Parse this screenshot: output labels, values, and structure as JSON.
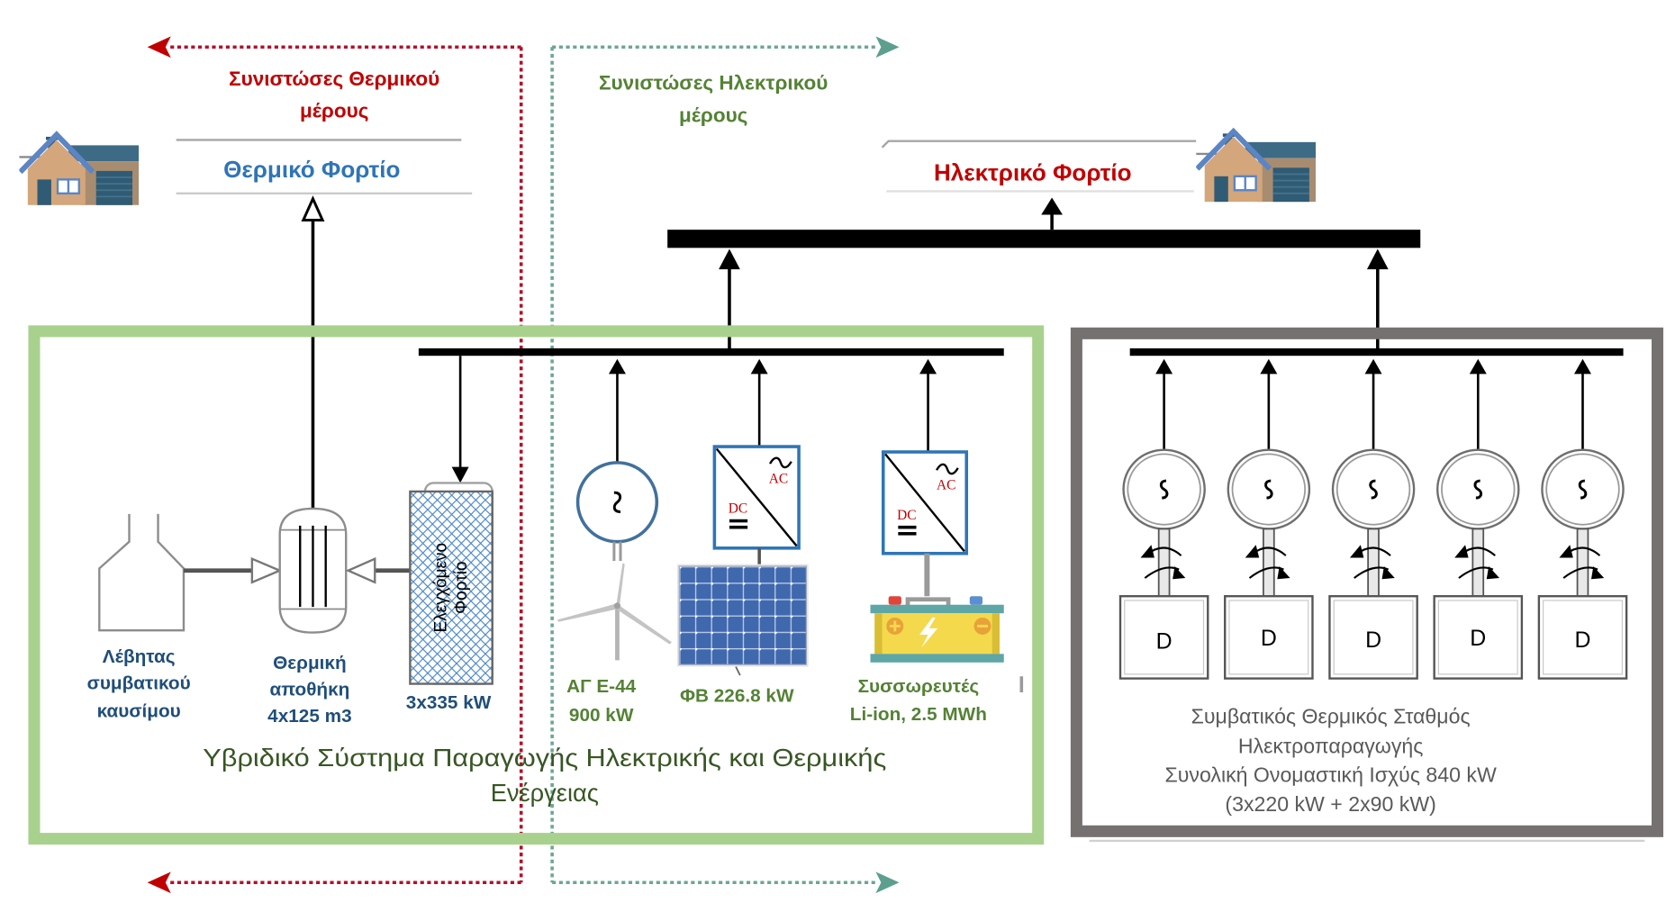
{
  "colors": {
    "thermal_red": "#c00000",
    "electric_green": "#548235",
    "thermal_load_blue": "#2e75b6",
    "electric_load_red": "#c00000",
    "component_label_navy": "#1f4e79",
    "component_label_green": "#548235",
    "hybrid_label_green": "#375623",
    "hybrid_border": "#a9d18e",
    "plant_border": "#767171",
    "plant_text": "#595959",
    "inverter_border": "#2e75b6",
    "ac_dc_red": "#c00000"
  },
  "sections": {
    "thermal": {
      "title_lines": [
        "Συνιστώσες Θερμικού",
        "μέρους"
      ]
    },
    "electrical": {
      "title_lines": [
        "Συνιστώσες Ηλεκτρικού",
        "μέρους"
      ]
    }
  },
  "loads": {
    "thermal": {
      "label": "Θερμικό Φορτίο"
    },
    "electrical": {
      "label": "Ηλεκτρικό Φορτίο"
    }
  },
  "hybrid_system": {
    "title_lines": [
      "Υβριδικό Σύστημα Παραγωγής Ηλεκτρικής και Θερμικής",
      "Ενέργειας"
    ],
    "boiler": {
      "lines": [
        "Λέβητας",
        "συμβατικού",
        "καυσίμου"
      ]
    },
    "thermal_storage": {
      "lines": [
        "Θερμική",
        "αποθήκη",
        "4x125 m3"
      ]
    },
    "controlled_load": {
      "inner_lines": [
        "Ελεγχόμενο",
        "Φορτίο"
      ],
      "rating": "3x335 kW"
    },
    "wind_turbine": {
      "lines": [
        "ΑΓ Ε-44",
        "900 kW"
      ]
    },
    "pv": {
      "label": "ΦΒ 226.8 kW",
      "inverter": {
        "ac": "AC",
        "dc": "DC"
      }
    },
    "battery": {
      "lines": [
        "Συσσωρευτές",
        "Li-ion, 2.5 MWh"
      ],
      "inverter": {
        "ac": "AC",
        "dc": "DC"
      }
    }
  },
  "thermal_plant": {
    "lines": [
      "Συμβατικός Θερμικός Σταθμός",
      "Ηλεκτροπαραγωγής",
      "Συνολική Ονομαστική Ισχύς 840 kW",
      "(3x220 kW + 2x90 kW)"
    ],
    "units": [
      {
        "label": "D"
      },
      {
        "label": "D"
      },
      {
        "label": "D"
      },
      {
        "label": "D"
      },
      {
        "label": "D"
      }
    ]
  }
}
